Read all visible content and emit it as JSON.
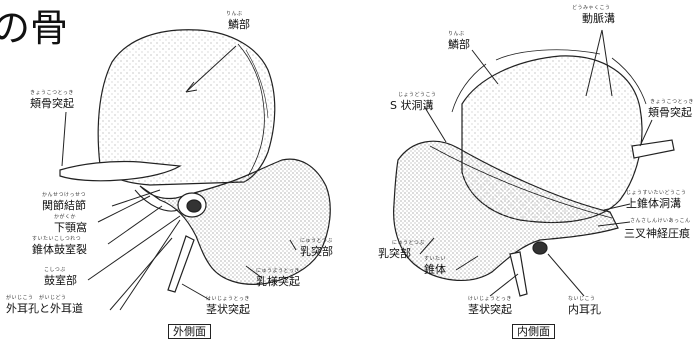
{
  "page_title": "の骨",
  "views": {
    "outer": {
      "caption": "外側面",
      "labels": [
        {
          "id": "rinbu",
          "text": "鱗部",
          "ruby": "りんぶ"
        },
        {
          "id": "kyokotsu",
          "text": "頬骨突起",
          "ruby": "きょうこつとっき"
        },
        {
          "id": "kansetsu",
          "text": "関節結節",
          "ruby": "かんせつけっせつ"
        },
        {
          "id": "kagaku",
          "text": "下顎窩",
          "ruby": "かがくか"
        },
        {
          "id": "suitai",
          "text": "錐体鼓室裂",
          "ruby": "すいたいこしつれつ"
        },
        {
          "id": "koshitsu",
          "text": "鼓室部",
          "ruby": "こしつぶ"
        },
        {
          "id": "gaiji",
          "text": "外耳孔と外耳道",
          "ruby": "がいじこう　がいじどう"
        },
        {
          "id": "nyuto",
          "text": "乳突部",
          "ruby": "にゅうとつぶ"
        },
        {
          "id": "nyuyo",
          "text": "乳様突起",
          "ruby": "にゅうようとっき"
        },
        {
          "id": "keijo",
          "text": "茎状突起",
          "ruby": "けいじょうとっき"
        }
      ]
    },
    "inner": {
      "caption": "内側面",
      "labels": [
        {
          "id": "domyaku",
          "text": "動脈溝",
          "ruby": "どうみゃくこう"
        },
        {
          "id": "rinbu2",
          "text": "鱗部",
          "ruby": "りんぶ"
        },
        {
          "id": "kyokotsu2",
          "text": "頬骨突起",
          "ruby": "きょうこつとっき"
        },
        {
          "id": "sjo",
          "text": "S 状洞溝",
          "ruby": "じょうどうこう"
        },
        {
          "id": "josui",
          "text": "上錐体洞溝",
          "ruby": "じょうすいたいどうこう"
        },
        {
          "id": "sansa",
          "text": "三叉神経圧痕",
          "ruby": "さんさしんけいあっこん"
        },
        {
          "id": "nyuto2",
          "text": "乳突部",
          "ruby": "にゅうとつぶ"
        },
        {
          "id": "suitai2",
          "text": "錐体",
          "ruby": "すいたい"
        },
        {
          "id": "keijo2",
          "text": "茎状突起",
          "ruby": "けいじょうとっき"
        },
        {
          "id": "naiji",
          "text": "内耳孔",
          "ruby": "ないじこう"
        }
      ]
    }
  }
}
